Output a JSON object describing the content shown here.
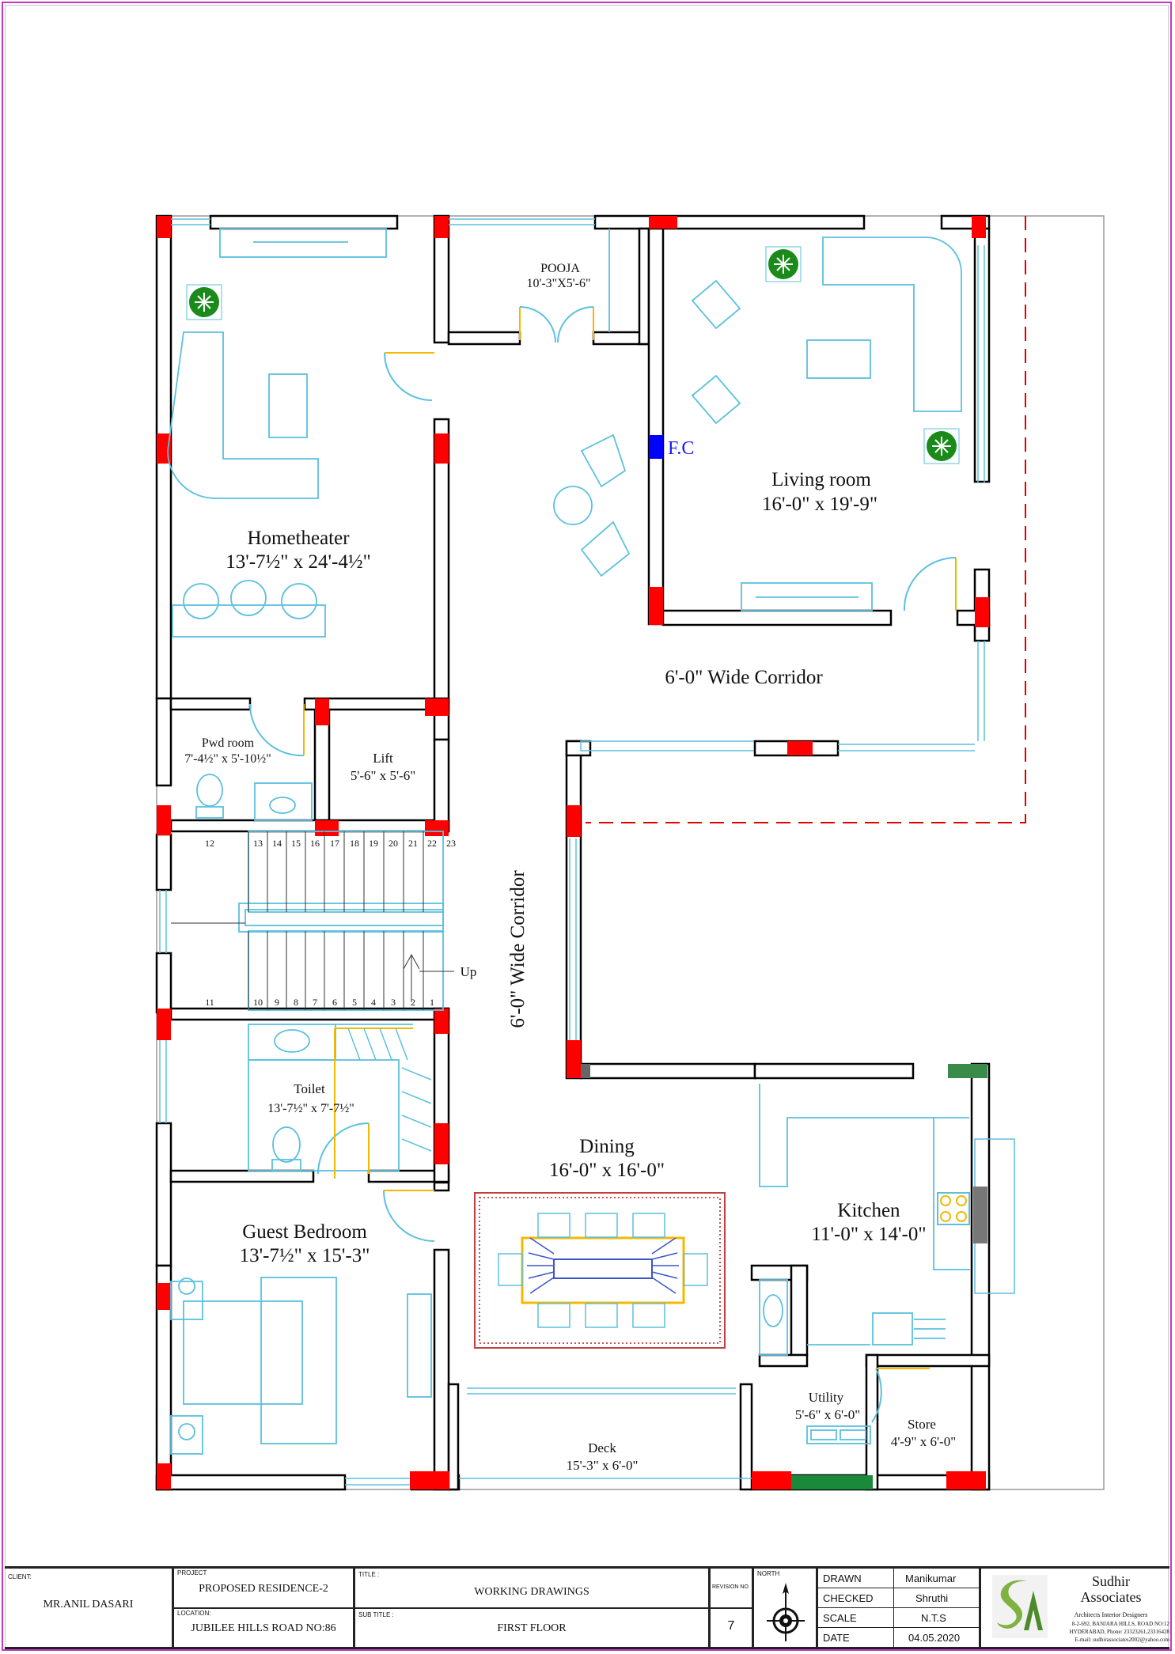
{
  "plan": {
    "rooms": [
      {
        "id": "hometheater",
        "name": "Hometheater",
        "size": "13'-7½\" x 24'-4½\""
      },
      {
        "id": "pooja",
        "name": "POOJA",
        "size": "10'-3\"X5'-6\""
      },
      {
        "id": "living",
        "name": "Living room",
        "size": "16'-0\" x 19'-9\""
      },
      {
        "id": "pwd",
        "name": "Pwd room",
        "size": "7'-4½\" x 5'-10½\""
      },
      {
        "id": "lift",
        "name": "Lift",
        "size": "5'-6\" x 5'-6\""
      },
      {
        "id": "toilet",
        "name": "Toilet",
        "size": "13'-7½\" x 7'-7½\""
      },
      {
        "id": "guest",
        "name": "Guest Bedroom",
        "size": "13'-7½\" x 15'-3\""
      },
      {
        "id": "dining",
        "name": "Dining",
        "size": "16'-0\" x 16'-0\""
      },
      {
        "id": "kitchen",
        "name": "Kitchen",
        "size": "11'-0\" x 14'-0\""
      },
      {
        "id": "utility",
        "name": "Utility",
        "size": "5'-6\" x 6'-0\""
      },
      {
        "id": "store",
        "name": "Store",
        "size": "4'-9\" x 6'-0\""
      },
      {
        "id": "deck",
        "name": "Deck",
        "size": "15'-3\" x 6'-0\""
      }
    ],
    "corridor_label": "6'-0\" Wide Corridor",
    "corridor_label_vertical": "6'-0\" Wide Corridor",
    "fc_label": "F.C",
    "stair_up_label": "Up",
    "stair_upper_numbers": [
      "12",
      "13",
      "14",
      "15",
      "16",
      "17",
      "18",
      "19",
      "20",
      "21",
      "22",
      "23"
    ],
    "stair_lower_numbers": [
      "11",
      "10",
      "9",
      "8",
      "7",
      "6",
      "5",
      "4",
      "3",
      "2",
      "1"
    ],
    "colors": {
      "wall": "#000000",
      "column": "#ff0000",
      "furniture": "#5bc0de",
      "door": "#f5b800",
      "fc": "#0000ff",
      "fan": "#1a8a1a",
      "dash": "#e00000"
    }
  },
  "title_block": {
    "client_caption": "CLIENT:",
    "client_name": "MR.ANIL DASARI",
    "project_caption": "PROJECT",
    "project_name": "PROPOSED RESIDENCE-2",
    "location_caption": "LOCATION:",
    "location_name": "JUBILEE HILLS ROAD NO:86",
    "title_caption": "TITLE :",
    "title_value": "WORKING DRAWINGS",
    "subtitle_caption": "SUB TITLE :",
    "subtitle_value": "FIRST FLOOR",
    "revision_caption": "REVISION NO",
    "revision_value": "7",
    "north_caption": "NORTH",
    "drawn_label": "DRAWN",
    "drawn_value": "Manikumar",
    "checked_label": "CHECKED",
    "checked_value": "Shruthi",
    "scale_label": "SCALE",
    "scale_value": "N.T.S",
    "date_label": "DATE",
    "date_value": "04.05.2020",
    "firm_name_1": "Sudhir",
    "firm_name_2": "Associates",
    "firm_tagline": "Architects  Interior Designers",
    "firm_address_1": "8-2-692, BANJARA HILLS, ROAD NO:12",
    "firm_address_2": "HYDERABAD, Phone: 23323261,23316428",
    "firm_email": "E-mail: sudhirassociates2002@yahoo.com"
  }
}
